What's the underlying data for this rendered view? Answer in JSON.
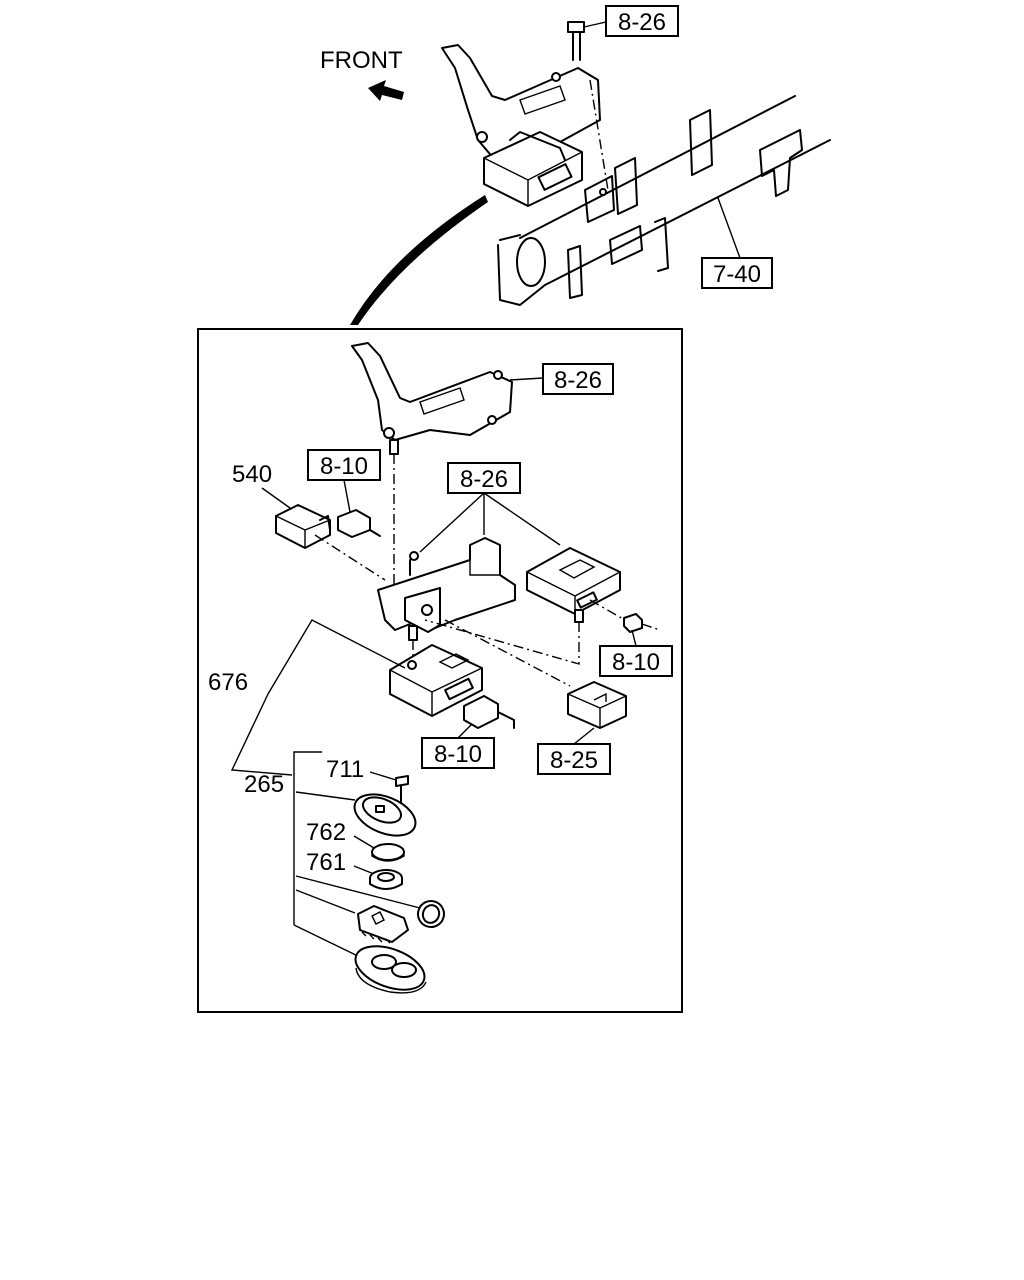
{
  "front_label": "FRONT",
  "labels": {
    "ref_8_26_top": "8-26",
    "ref_7_40": "7-40",
    "ref_8_26_bracket": "8-26",
    "ref_8_10_left": "8-10",
    "ref_8_26_center": "8-26",
    "ref_8_10_right": "8-10",
    "ref_8_10_bottom": "8-10",
    "ref_8_25": "8-25",
    "part_540": "540",
    "part_676": "676",
    "part_265": "265",
    "part_711": "711",
    "part_762": "762",
    "part_761": "761"
  }
}
